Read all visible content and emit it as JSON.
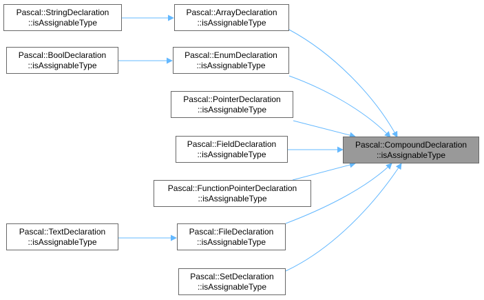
{
  "graph": {
    "colors": {
      "edge": "#63b8ff",
      "node_border": "#666666",
      "focus_fill": "#999999"
    },
    "nodes": {
      "compound": {
        "line1": "Pascal::CompoundDeclaration",
        "line2": "::isAssignableType"
      },
      "array": {
        "line1": "Pascal::ArrayDeclaration",
        "line2": "::isAssignableType"
      },
      "string": {
        "line1": "Pascal::StringDeclaration",
        "line2": "::isAssignableType"
      },
      "enum": {
        "line1": "Pascal::EnumDeclaration",
        "line2": "::isAssignableType"
      },
      "bool": {
        "line1": "Pascal::BoolDeclaration",
        "line2": "::isAssignableType"
      },
      "pointer": {
        "line1": "Pascal::PointerDeclaration",
        "line2": "::isAssignableType"
      },
      "field": {
        "line1": "Pascal::FieldDeclaration",
        "line2": "::isAssignableType"
      },
      "funcptr": {
        "line1": "Pascal::FunctionPointerDeclaration",
        "line2": "::isAssignableType"
      },
      "file": {
        "line1": "Pascal::FileDeclaration",
        "line2": "::isAssignableType"
      },
      "text": {
        "line1": "Pascal::TextDeclaration",
        "line2": "::isAssignableType"
      },
      "set": {
        "line1": "Pascal::SetDeclaration",
        "line2": "::isAssignableType"
      }
    }
  }
}
